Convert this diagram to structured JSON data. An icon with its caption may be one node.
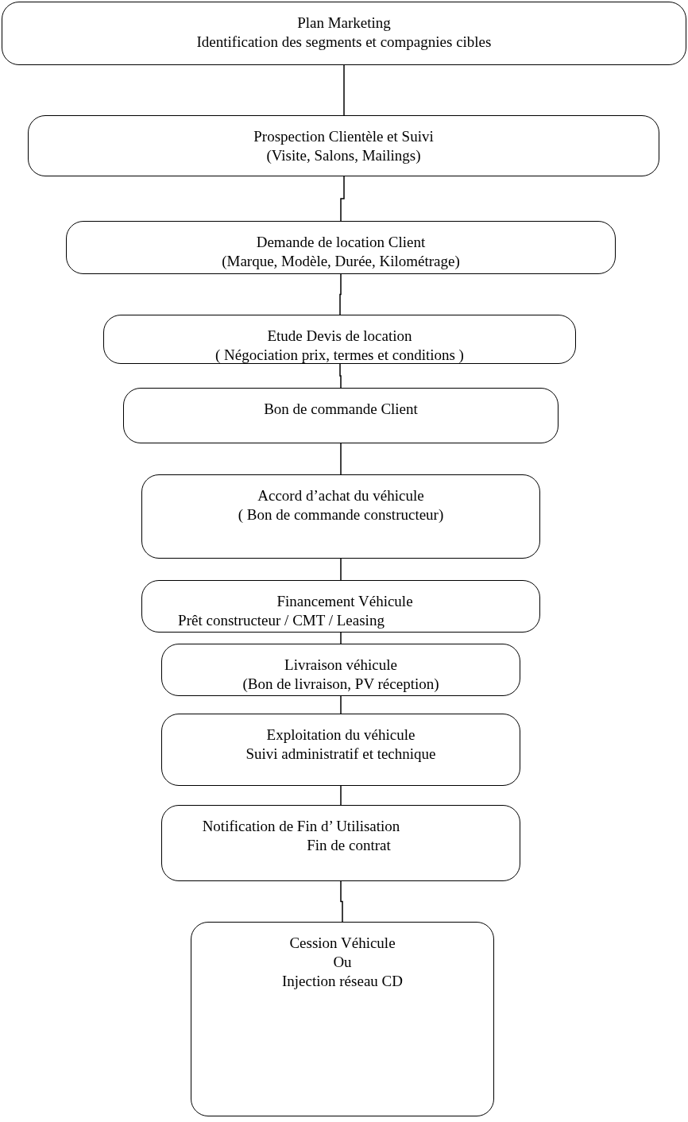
{
  "diagram": {
    "nodes": [
      {
        "text": [
          "Plan Marketing",
          "Identification des segments et compagnies cibles"
        ]
      },
      {
        "text": [
          "Prospection Clientèle et Suivi",
          "(Visite, Salons, Mailings)"
        ]
      },
      {
        "text": [
          "Demande de location Client",
          "(Marque, Modèle, Durée, Kilométrage)"
        ]
      },
      {
        "text": [
          "Etude Devis de location",
          "( Négociation prix, termes et conditions )"
        ]
      },
      {
        "text": [
          "Bon de commande Client"
        ]
      },
      {
        "text": [
          "Accord d’achat du véhicule",
          "( Bon de commande constructeur)"
        ]
      },
      {
        "text": [
          "Financement Véhicule",
          "Prêt constructeur / CMT / Leasing"
        ]
      },
      {
        "text": [
          "Livraison véhicule",
          "(Bon de livraison, PV réception)"
        ]
      },
      {
        "text": [
          "Exploitation du véhicule",
          "Suivi administratif et technique"
        ]
      },
      {
        "text": [
          "Notification de Fin d’ Utilisation",
          "Fin de contrat"
        ]
      },
      {
        "text": [
          "Cession Véhicule",
          "Ou",
          "Injection réseau CD"
        ]
      }
    ],
    "edges": [
      {
        "from": 0,
        "to": 1,
        "arrow": "none"
      },
      {
        "from": 1,
        "to": 2,
        "arrow": "none"
      },
      {
        "from": 2,
        "to": 3,
        "arrow": "none"
      },
      {
        "from": 3,
        "to": 4,
        "arrow": "none"
      },
      {
        "from": 4,
        "to": 5,
        "arrow": "none"
      },
      {
        "from": 5,
        "to": 6,
        "arrow": "none"
      },
      {
        "from": 6,
        "to": 7,
        "arrow": "none"
      },
      {
        "from": 7,
        "to": 8,
        "arrow": "none"
      },
      {
        "from": 8,
        "to": 9,
        "arrow": "none"
      },
      {
        "from": 9,
        "to": 10,
        "arrow": "none"
      }
    ]
  }
}
